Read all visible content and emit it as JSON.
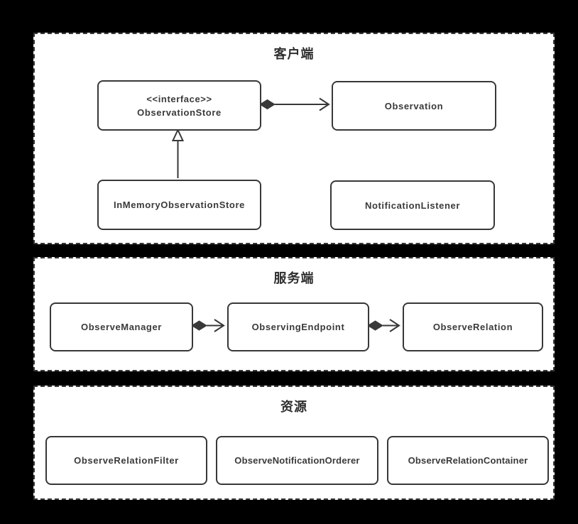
{
  "colors": {
    "background": "#000000",
    "panel_bg": "#ffffff",
    "line": "#383838",
    "text": "#3a3a3a"
  },
  "panels": {
    "client": {
      "title": "客户端",
      "boxes": [
        {
          "stereotype": "<<interface>>",
          "label": "ObservationStore"
        },
        {
          "label": "Observation"
        },
        {
          "label": "InMemoryObservationStore"
        },
        {
          "label": "NotificationListener"
        }
      ],
      "relations": [
        {
          "from": "ObservationStore",
          "to": "Observation",
          "type": "aggregation"
        },
        {
          "from": "InMemoryObservationStore",
          "to": "ObservationStore",
          "type": "realization"
        }
      ]
    },
    "server": {
      "title": "服务端",
      "boxes": [
        {
          "label": "ObserveManager"
        },
        {
          "label": "ObservingEndpoint"
        },
        {
          "label": "ObserveRelation"
        }
      ],
      "relations": [
        {
          "from": "ObserveManager",
          "to": "ObservingEndpoint",
          "type": "aggregation"
        },
        {
          "from": "ObservingEndpoint",
          "to": "ObserveRelation",
          "type": "aggregation"
        }
      ]
    },
    "resource": {
      "title": "资源",
      "boxes": [
        {
          "label": "ObserveRelationFilter"
        },
        {
          "label": "ObserveNotificationOrderer"
        },
        {
          "label": "ObserveRelationContainer"
        }
      ]
    }
  }
}
